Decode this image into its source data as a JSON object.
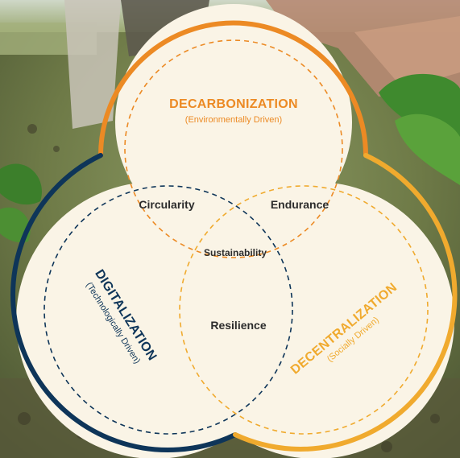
{
  "colors": {
    "orange": "#ec8a24",
    "navy": "#0e3559",
    "gold": "#f0aa2e",
    "cream": "#faf4e6",
    "text_dark": "#2c2c2c"
  },
  "circles": {
    "top": {
      "title": "DECARBONIZATION",
      "subtitle": "(Environmentally Driven)"
    },
    "left": {
      "title": "DIGITALIZATION",
      "subtitle": "(Technologically Driven)"
    },
    "right": {
      "title": "DECENTRALIZATION",
      "subtitle": "(Socially Driven)"
    }
  },
  "intersections": {
    "top_left": "Circularity",
    "top_right": "Endurance",
    "left_right": "Resilience",
    "center": "Sustainability"
  }
}
